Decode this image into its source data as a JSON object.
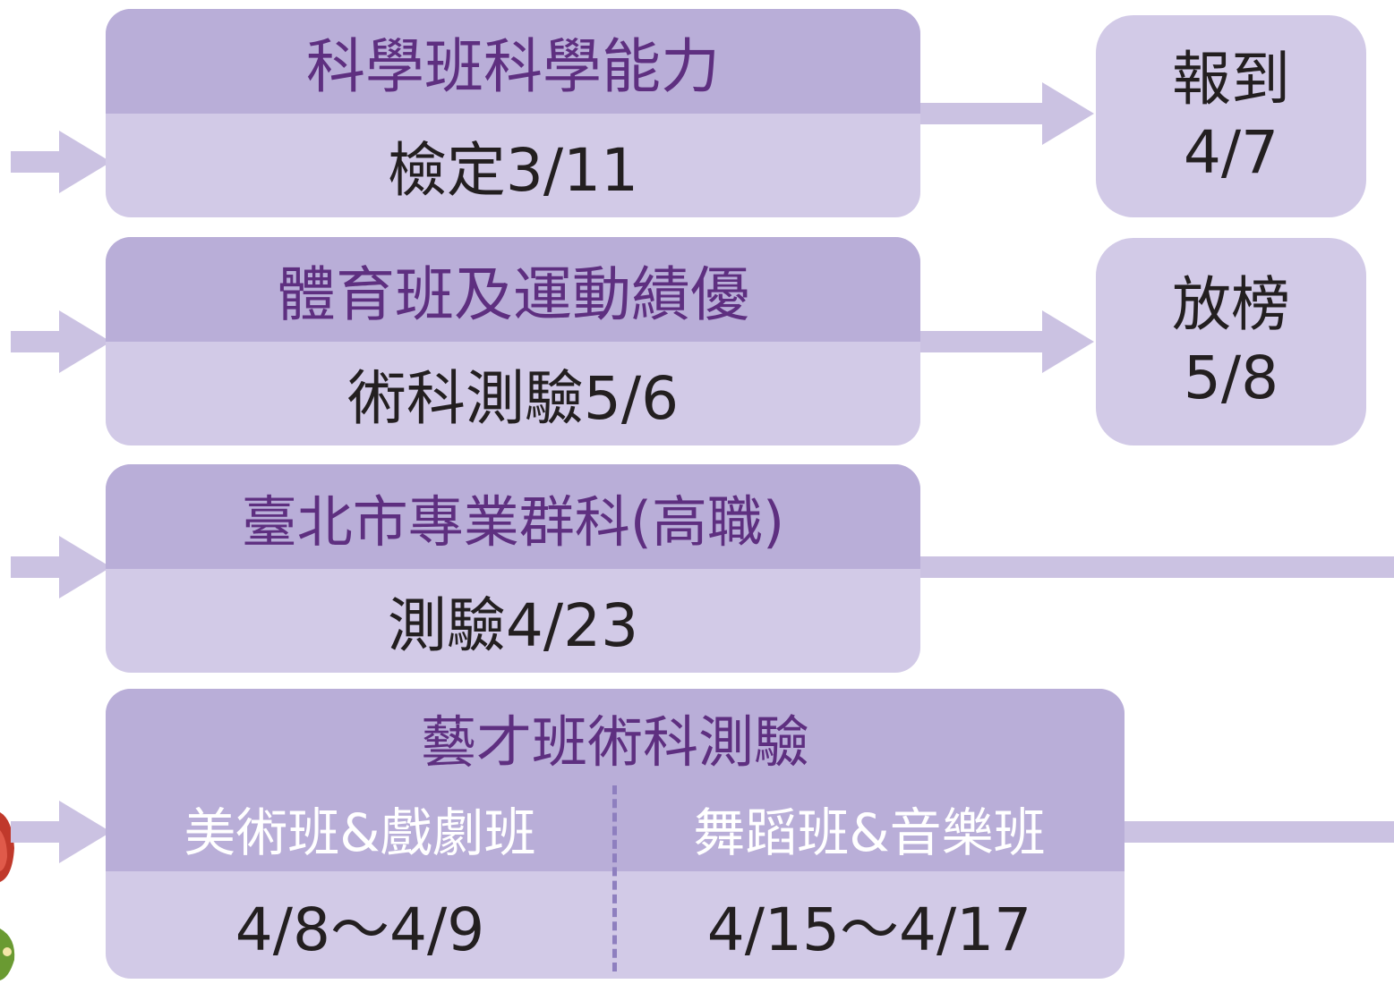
{
  "flow": {
    "science": {
      "title": "科學班科學能力",
      "sub": "檢定3/11"
    },
    "sports": {
      "title": "體育班及運動績優",
      "sub": "術科測驗5/6"
    },
    "vocational": {
      "title": "臺北市專業群科(高職)",
      "sub": "測驗4/23"
    },
    "arts": {
      "title": "藝才班術科測驗",
      "left_label": "美術班&戲劇班",
      "right_label": "舞蹈班&音樂班",
      "left_date": "4/8～4/9",
      "right_date": "4/15～4/17"
    },
    "register": {
      "label": "報到",
      "date": "4/7"
    },
    "results": {
      "label": "放榜",
      "date": "5/8"
    }
  },
  "colors": {
    "header_fill": "#b9aed8",
    "body_fill": "#d2cae7",
    "connector": "#cbc2e2",
    "header_text": "#5e2f80",
    "body_text": "#231f20"
  }
}
